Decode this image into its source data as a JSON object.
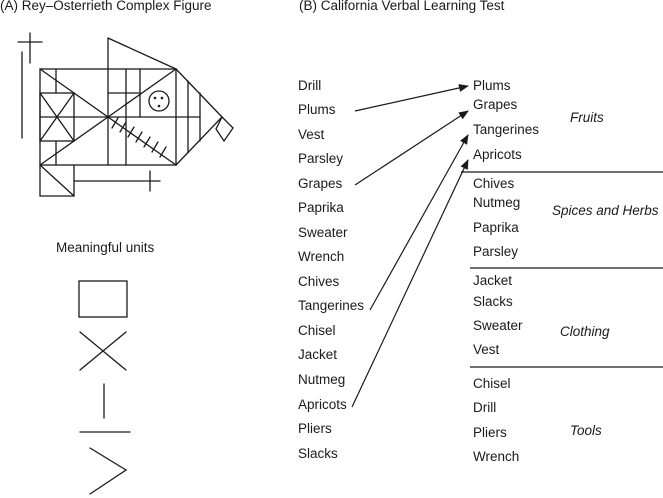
{
  "panel_a": {
    "title": "(A) Rey–Osterrieth Complex Figure",
    "units_label": "Meaningful units"
  },
  "panel_b": {
    "title": "(B) California Verbal Learning Test",
    "study_list": [
      "Drill",
      "Plums",
      "Vest",
      "Parsley",
      "Grapes",
      "Paprika",
      "Sweater",
      "Wrench",
      "Chives",
      "Tangerines",
      "Chisel",
      "Jacket",
      "Nutmeg",
      "Apricots",
      "Pliers",
      "Slacks"
    ],
    "categories": [
      {
        "name": "Fruits",
        "items": [
          "Plums",
          "Grapes",
          "Tangerines",
          "Apricots"
        ]
      },
      {
        "name": "Spices and Herbs",
        "items": [
          "Chives",
          "Nutmeg",
          "Paprika",
          "Parsley"
        ]
      },
      {
        "name": "Clothing",
        "items": [
          "Jacket",
          "Slacks",
          "Sweater",
          "Vest"
        ]
      },
      {
        "name": "Tools",
        "items": [
          "Chisel",
          "Drill",
          "Pliers",
          "Wrench"
        ]
      }
    ]
  },
  "colors": {
    "ink": "#1a1a1a",
    "background": "#ffffff"
  }
}
